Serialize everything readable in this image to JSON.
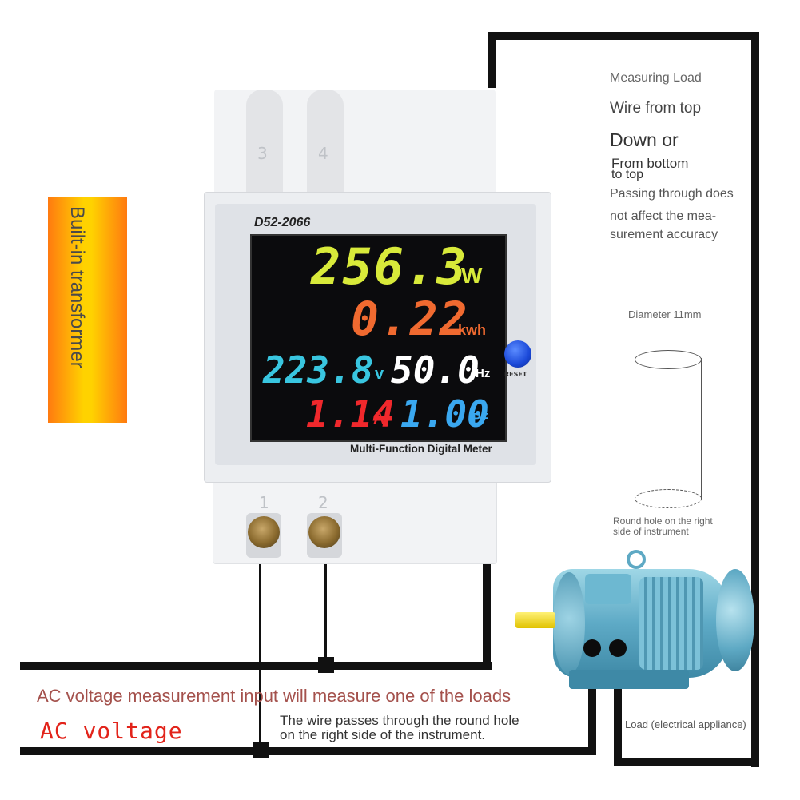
{
  "meter": {
    "model": "D52-2066",
    "terminal_top_left": "3",
    "terminal_top_right": "4",
    "terminal_bottom_left": "1",
    "terminal_bottom_right": "2",
    "name": "Multi-Function Digital Meter",
    "reset_label": "RESET",
    "display": {
      "power_value": "256.3",
      "power_unit": "W",
      "energy_value": "0.22",
      "energy_unit": "kwh",
      "voltage_value": "223.8",
      "voltage_unit": "v",
      "frequency_value": "50.0",
      "frequency_unit": "Hz",
      "current_value": "1.14",
      "current_unit": "A",
      "pf_value": "1.00",
      "pf_unit": "PF"
    },
    "colors": {
      "power": "#d8ea3a",
      "energy": "#f06a30",
      "voltage": "#39c6e0",
      "frequency": "#ffffff",
      "current": "#f0282c",
      "pf": "#3aa8f0"
    }
  },
  "transformer_label": "Built-in transformer",
  "measuring": {
    "title": "Measuring Load",
    "line1": "Wire from top",
    "line2": "Down or",
    "line3": "From bottom",
    "line4": "to top",
    "line5": "Passing through does",
    "line6": "not affect the mea-",
    "line7": "surement accuracy"
  },
  "hole": {
    "diameter_label": "Diameter 11mm",
    "caption_line1": "Round hole on the right",
    "caption_line2": "side of instrument"
  },
  "load_label": "Load (electrical appliance)",
  "ac_note": "AC voltage measurement input will measure one of the loads",
  "ac_voltage_label": "AC voltage",
  "wire_note_line1": "The wire passes through the round hole",
  "wire_note_line2": "on the right side of the instrument."
}
